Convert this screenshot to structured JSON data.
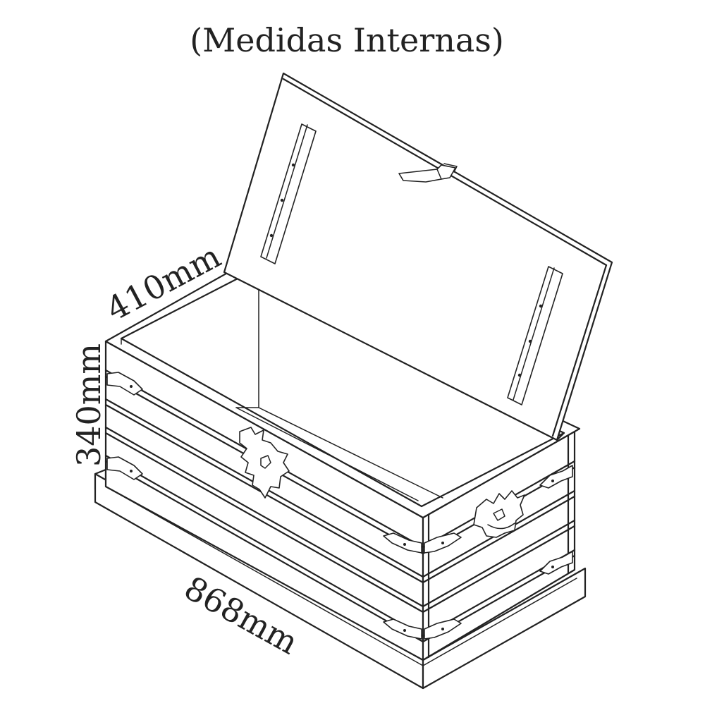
{
  "title": "(Medidas Internas)",
  "dimensions": {
    "depth": "410mm",
    "height": "340mm",
    "width": "868mm"
  },
  "colors": {
    "line": "#222222",
    "background": "#ffffff"
  }
}
